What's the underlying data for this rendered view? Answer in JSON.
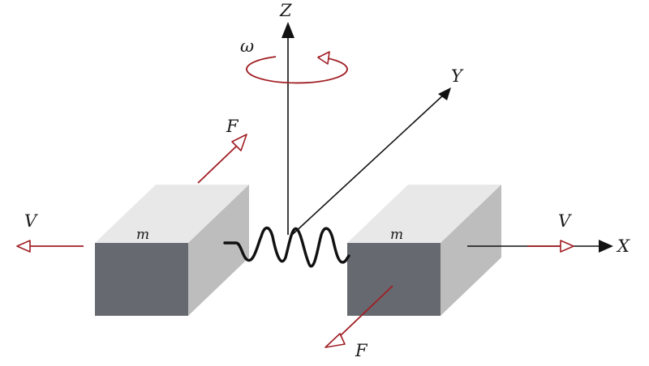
{
  "labels": {
    "z_axis": "Z",
    "y_axis": "Y",
    "x_axis": "X",
    "omega": "ω",
    "force_top": "F",
    "force_bottom": "F",
    "velocity_left": "V",
    "velocity_right": "V",
    "mass_left": "m",
    "mass_right": "m"
  },
  "colors": {
    "axis": "#111111",
    "vector": "#a01e24",
    "box_front": "#666a70",
    "box_side": "#bdbdbd",
    "box_top": "#e8e8e8",
    "spring": "#111111"
  }
}
